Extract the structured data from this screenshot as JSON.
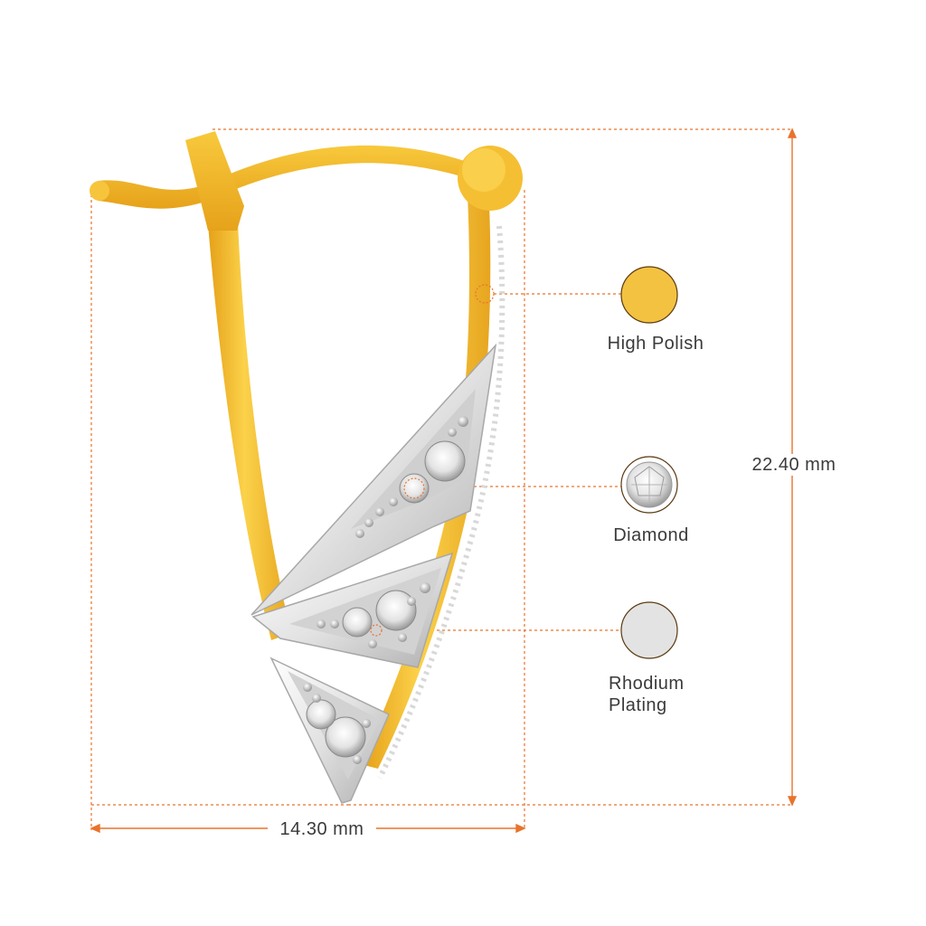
{
  "materials": {
    "high_polish": {
      "label": "High Polish",
      "color": "#F4C241"
    },
    "diamond": {
      "label": "Diamond"
    },
    "rhodium": {
      "label_line1": "Rhodium",
      "label_line2": "Plating",
      "color": "#E3E3E3"
    }
  },
  "dimensions": {
    "height_label": "22.40 mm",
    "width_label": "14.30 mm"
  },
  "colors": {
    "guide_line": "#E8732C",
    "gold_light": "#F9CF45",
    "gold_dark": "#E09E1A",
    "rhodium_light": "#F5F5F5",
    "rhodium_dark": "#B8B8B8"
  }
}
